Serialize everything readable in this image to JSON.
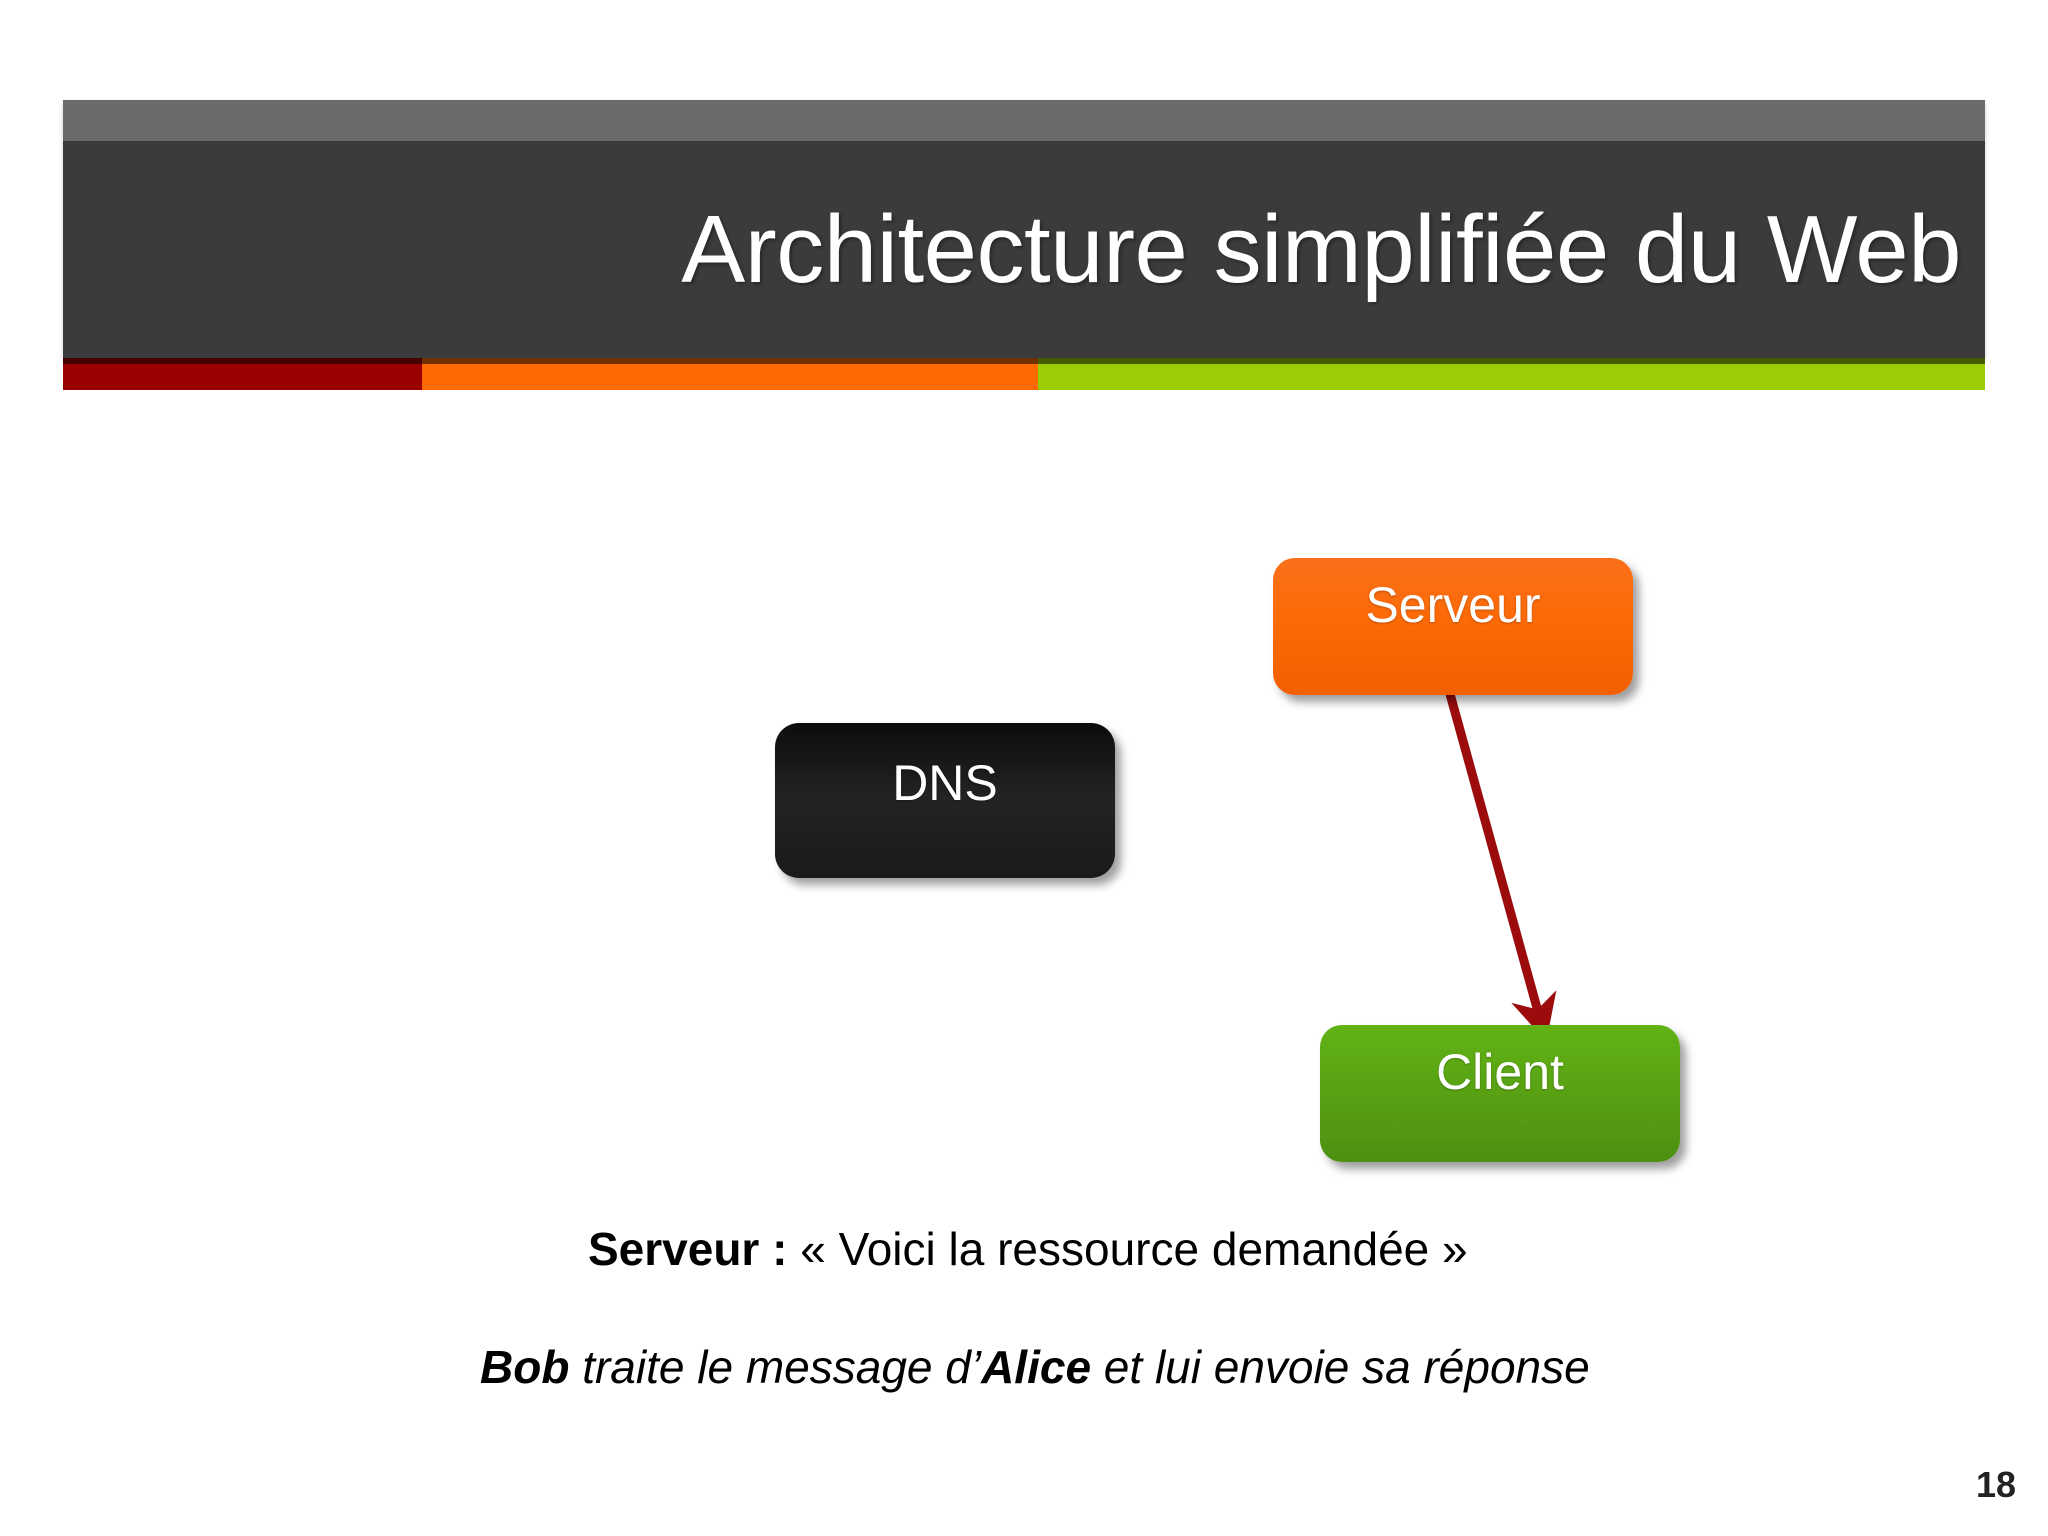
{
  "slide": {
    "title": "Architecture simplifiée du Web",
    "page_number": "18"
  },
  "theme": {
    "banner_top_color": "#6a6a6a",
    "banner_color": "#3b3b3b",
    "stripe_red": "#9a0000",
    "stripe_orange": "#fd6a02",
    "stripe_green": "#9bcd06",
    "arrow_color": "#9c0c0c",
    "background": "#ffffff"
  },
  "diagram": {
    "nodes": [
      {
        "id": "serveur",
        "label": "Serveur",
        "color": "#fc6a06",
        "text_color": "#ffffff"
      },
      {
        "id": "dns",
        "label": "DNS",
        "color": "#1a1a1a",
        "text_color": "#ffffff"
      },
      {
        "id": "client",
        "label": "Client",
        "color": "#59a313",
        "text_color": "#ffffff"
      }
    ],
    "arrows": [
      {
        "id": "serveur-to-client",
        "from": "serveur",
        "to": "client",
        "color": "#9c0c0c"
      }
    ]
  },
  "captions": {
    "line1": {
      "speaker": "Serveur :",
      "message": "« Voici la ressource demandée »"
    },
    "line2": {
      "actor_from": "Bob",
      "mid": " traite le message d’",
      "actor_to": "Alice",
      "tail": " et lui envoie sa réponse"
    }
  }
}
